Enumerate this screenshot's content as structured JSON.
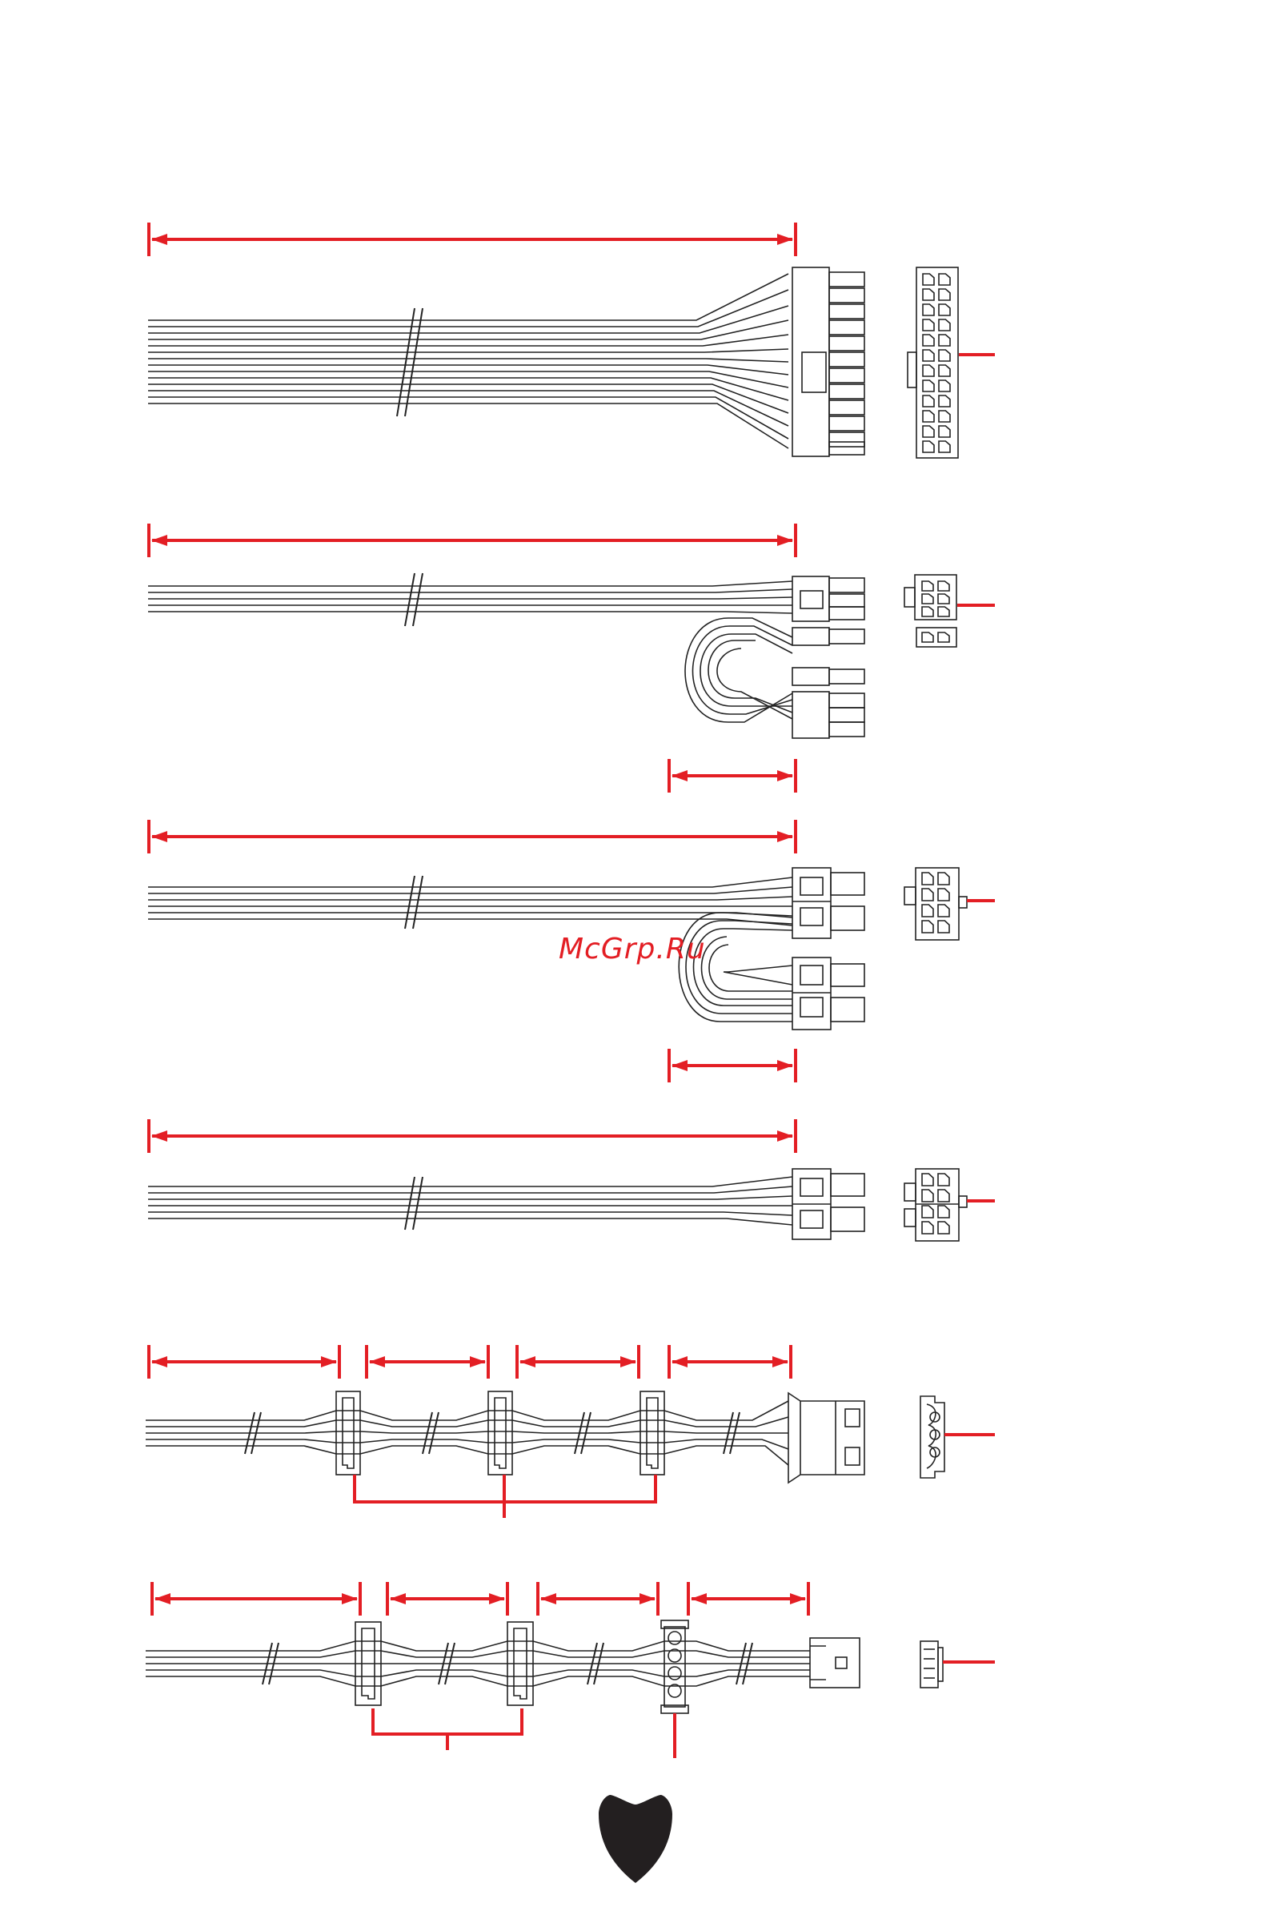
{
  "watermark": {
    "text": "McGrp.Ru"
  },
  "colors": {
    "line": "#222222",
    "dimension": "#e31e24",
    "background": "#ffffff",
    "logo": "#231f20"
  },
  "cables": [
    {
      "id": "atx-24pin",
      "connector": "atx-24pin-connector"
    },
    {
      "id": "pcie-6plus2-a",
      "connector": "pcie-6plus2-connector"
    },
    {
      "id": "pcie-dual-8pin",
      "connector": "dual-8pin-connector"
    },
    {
      "id": "cpu-8pin",
      "connector": "cpu-4plus4-connector"
    },
    {
      "id": "sata-molex-chain",
      "connector": "molex-connector"
    },
    {
      "id": "sata-floppy-chain",
      "connector": "floppy-connector"
    }
  ],
  "icons": {
    "logo": "shield-logo-icon"
  }
}
